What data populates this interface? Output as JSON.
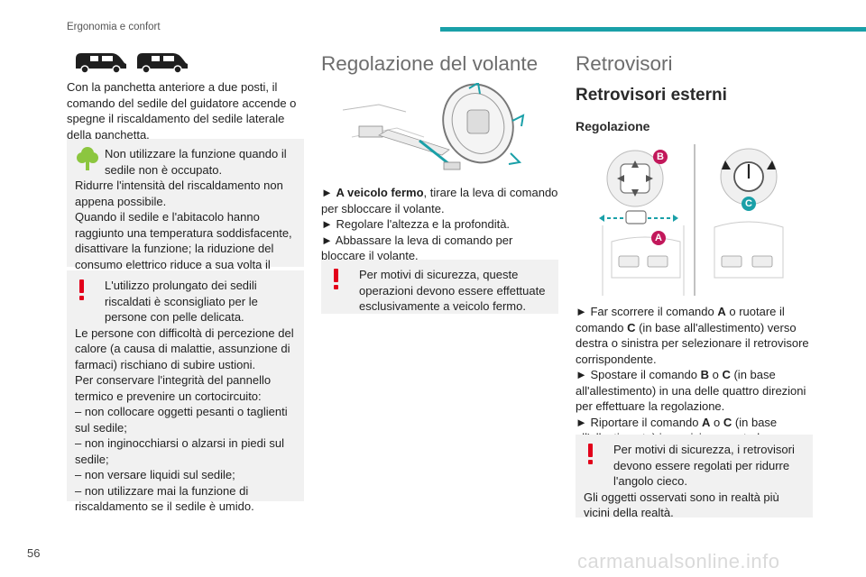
{
  "header": {
    "section": "Ergonomia e confort",
    "page_number": "56"
  },
  "footer": {
    "watermark": "carmanualsonline.info"
  },
  "left": {
    "vehicle_icons": [
      "van-icon",
      "van-icon"
    ],
    "intro": "Con la panchetta anteriore a due posti, il comando del sedile del guidatore accende o spegne il riscaldamento del sedile laterale della panchetta.",
    "eco_note": {
      "icon": "tree-icon",
      "lines": [
        "Non utilizzare la funzione quando il sedile non è occupato.",
        "Ridurre l'intensità del riscaldamento non appena possibile.",
        "Quando il sedile e l'abitacolo hanno raggiunto una temperatura soddisfacente, disattivare la funzione; la riduzione del consumo elettrico riduce a sua volta il consumo energetico."
      ]
    },
    "warning": {
      "icon": "warning-exclamation-icon",
      "lines": [
        "L'utilizzo prolungato dei sedili riscaldati è sconsigliato per le persone con pelle delicata.",
        "Le persone con difficoltà di percezione del calore (a causa di malattie, assunzione di farmaci) rischiano di subire ustioni.",
        "Per conservare l'integrità del pannello termico e prevenire un cortocircuito:",
        "– non collocare oggetti pesanti o taglienti sul sedile;",
        "– non inginocchiarsi o alzarsi in piedi sul sedile;",
        "– non versare liquidi sul sedile;",
        "– non utilizzare mai la funzione di riscaldamento se il sedile è umido."
      ]
    }
  },
  "middle": {
    "title": "Regolazione del volante",
    "steps": [
      {
        "prefix": "►",
        "bold": "A veicolo fermo",
        "text": ", tirare la leva di comando per sbloccare il volante."
      },
      {
        "prefix": "►",
        "bold": "",
        "text": "Regolare l'altezza e la profondità."
      },
      {
        "prefix": "►",
        "bold": "",
        "text": "Abbassare la leva di comando per bloccare il volante."
      }
    ],
    "warning": "Per motivi di sicurezza, queste operazioni devono essere effettuate esclusivamente a veicolo fermo."
  },
  "right": {
    "title": "Retrovisori",
    "subtitle": "Retrovisori esterni",
    "subsubtitle": "Regolazione",
    "figure_labels": {
      "a": "A",
      "b": "B",
      "c": "C"
    },
    "steps": [
      {
        "parts": [
          "► Far scorrere il comando ",
          "A",
          " o ruotare il comando ",
          "C",
          " (in base all'allestimento) verso destra o sinistra per selezionare il retrovisore corrispondente."
        ]
      },
      {
        "parts": [
          "► Spostare il comando ",
          "B",
          " o ",
          "C",
          " (in base all'allestimento) in una delle quattro direzioni per effettuare la regolazione."
        ]
      },
      {
        "parts": [
          "► Riportare il comando ",
          "A",
          " o ",
          "C",
          " (in base all'allestimento) in posizione centrale."
        ]
      }
    ],
    "warning": [
      "Per motivi di sicurezza, i retrovisori devono essere regolati per ridurre l'angolo cieco.",
      "Gli oggetti osservati sono in realtà più vicini della realtà."
    ]
  },
  "colors": {
    "accent": "#1aa0a8",
    "warning": "#e2001a",
    "eco": "#8cc63f",
    "box_bg": "#f1f1f1",
    "badge": "#c2185b"
  }
}
